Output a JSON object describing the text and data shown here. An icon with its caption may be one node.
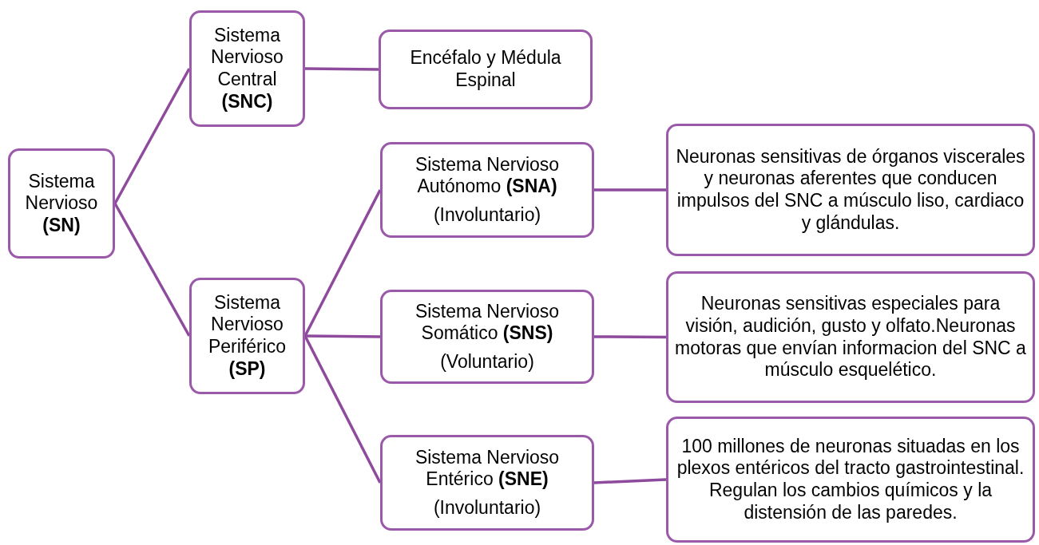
{
  "diagram": {
    "nodes": [
      {
        "text": [
          "Sistema Nervioso **(SN)**"
        ]
      },
      {
        "text": [
          "Sistema Nervioso Central **(SNC)**"
        ]
      },
      {
        "text": [
          "Encéfalo y Médula Espinal"
        ]
      },
      {
        "text": [
          "Sistema Nervioso Autónomo **(SNA)**",
          "(Involuntario)"
        ]
      },
      {
        "text": [
          "Sistema Nervioso Periférico **(SP)**"
        ]
      },
      {
        "text": [
          "Sistema Nervioso Somático **(SNS)**",
          "(Voluntario)"
        ]
      },
      {
        "text": [
          "Sistema Nervioso Entérico **(SNE)**",
          "(Involuntario)"
        ]
      },
      {
        "text": [
          "Neuronas sensitivas de órganos viscerales y neuronas aferentes que conducen impulsos del SNC a músculo liso, cardiaco y glándulas."
        ]
      },
      {
        "text": [
          "Neuronas sensitivas especiales para visión, audición, gusto y olfato.Neuronas motoras que envían informacion del SNC a músculo esquelético."
        ]
      },
      {
        "text": [
          "100 millones de neuronas situadas en los plexos entéricos del tracto gastrointestinal. Regulan los cambios químicos y la distensión de las paredes."
        ]
      }
    ],
    "edges": [
      {
        "from": 0,
        "to": 1,
        "arrow": "none"
      },
      {
        "from": 0,
        "to": 4,
        "arrow": "none"
      },
      {
        "from": 1,
        "to": 2,
        "arrow": "none"
      },
      {
        "from": 4,
        "to": 3,
        "arrow": "none"
      },
      {
        "from": 4,
        "to": 5,
        "arrow": "none"
      },
      {
        "from": 4,
        "to": 6,
        "arrow": "none"
      },
      {
        "from": 3,
        "to": 7,
        "arrow": "none"
      },
      {
        "from": 5,
        "to": 8,
        "arrow": "none"
      },
      {
        "from": 6,
        "to": 9,
        "arrow": "none"
      }
    ]
  }
}
